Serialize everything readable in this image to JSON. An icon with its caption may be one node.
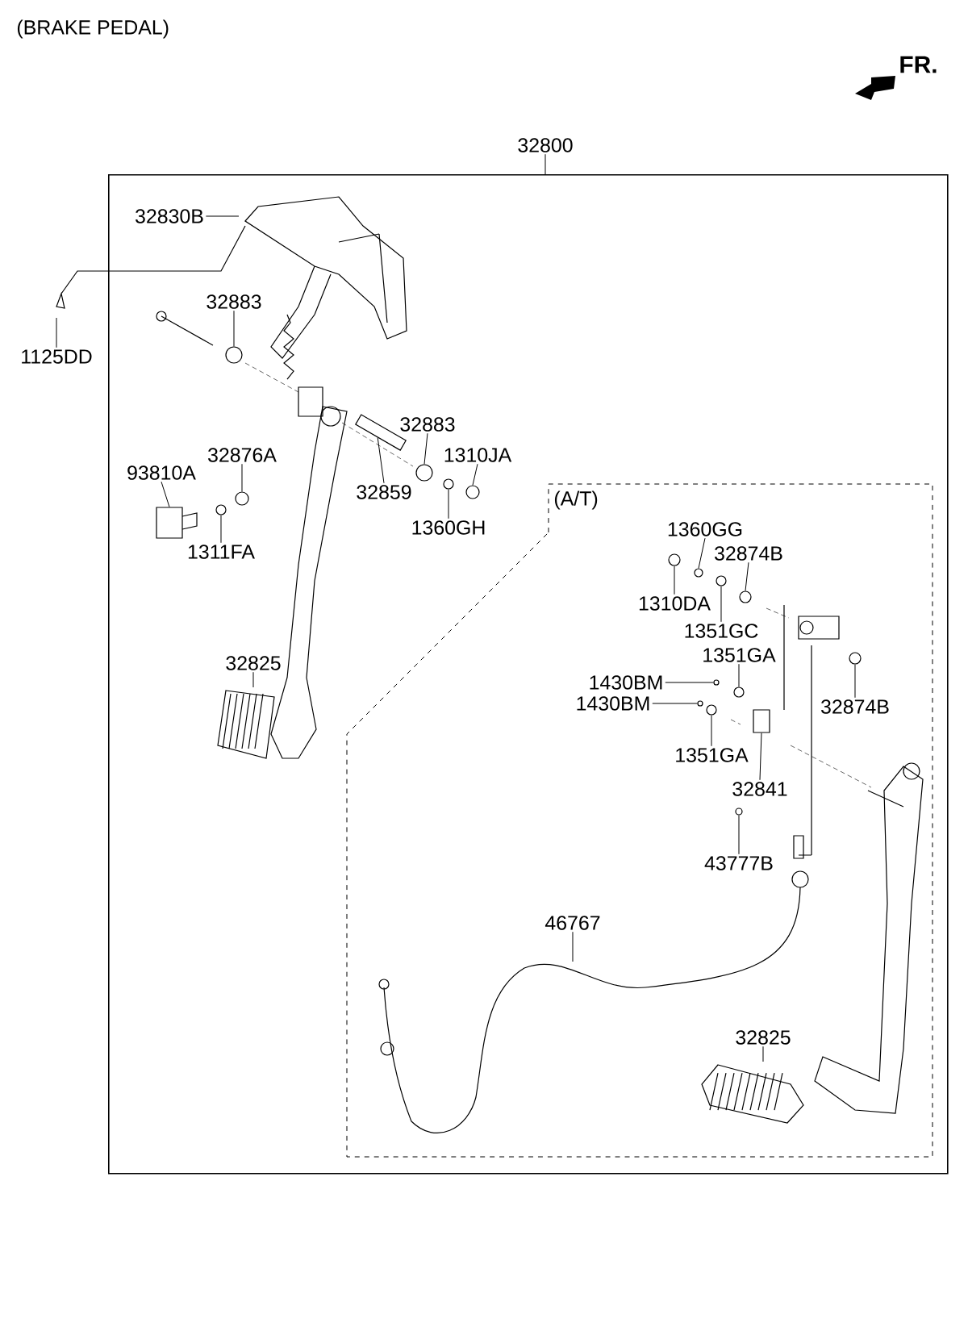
{
  "diagram": {
    "title": "(BRAKE PEDAL)",
    "nodes": [
      {
        "text": [],
        "shape": "box"
      },
      {
        "text": [
          "32800"
        ]
      },
      {
        "text": [
          "(A/T)"
        ],
        "in": 0
      },
      {
        "text": [
          "32830B"
        ],
        "in": 0
      },
      {
        "text": [
          "1125DD"
        ]
      },
      {
        "text": [
          "32883"
        ],
        "in": 0
      },
      {
        "text": [
          "32883"
        ],
        "in": 0
      },
      {
        "text": [
          "1310JA"
        ],
        "in": 0
      },
      {
        "text": [
          "32876A"
        ],
        "in": 0
      },
      {
        "text": [
          "93810A"
        ],
        "in": 0
      },
      {
        "text": [
          "32859"
        ],
        "in": 0
      },
      {
        "text": [
          "1360GH"
        ],
        "in": 0
      },
      {
        "text": [
          "1311FA"
        ],
        "in": 0
      },
      {
        "text": [
          "1360GG"
        ],
        "in": 2
      },
      {
        "text": [
          "32874B"
        ],
        "in": 2
      },
      {
        "text": [
          "1310DA"
        ],
        "in": 2
      },
      {
        "text": [
          "1351GC"
        ],
        "in": 2
      },
      {
        "text": [
          "1351GA"
        ],
        "in": 2
      },
      {
        "text": [
          "32825"
        ],
        "in": 0
      },
      {
        "text": [
          "32874B"
        ],
        "in": 2
      },
      {
        "text": [
          "1430BM"
        ],
        "in": 2
      },
      {
        "text": [
          "1430BM"
        ],
        "in": 2
      },
      {
        "text": [
          "1351GA"
        ],
        "in": 2
      },
      {
        "text": [
          "32841"
        ],
        "in": 2
      },
      {
        "text": [
          "43777B"
        ],
        "in": 2
      },
      {
        "text": [
          "46767"
        ],
        "in": 2
      },
      {
        "text": [
          "32825"
        ],
        "in": 2
      },
      {
        "text": [],
        "shape": "circle",
        "in": 0
      },
      {
        "text": [],
        "shape": "circle",
        "in": 0
      },
      {
        "text": [],
        "shape": "circle",
        "in": 0
      },
      {
        "text": [],
        "shape": "circle",
        "in": 0
      },
      {
        "text": [],
        "shape": "box",
        "in": 0
      },
      {
        "text": [],
        "shape": "bar",
        "in": 0
      },
      {
        "text": [],
        "shape": "circle",
        "in": 0
      },
      {
        "text": [],
        "shape": "circle",
        "in": 0
      },
      {
        "text": [],
        "shape": "circle",
        "in": 2
      },
      {
        "text": [],
        "shape": "circle",
        "in": 2
      },
      {
        "text": [],
        "shape": "circle",
        "in": 2
      },
      {
        "text": [],
        "shape": "circle",
        "in": 2
      },
      {
        "text": [],
        "shape": "circle",
        "in": 2
      },
      {
        "text": [],
        "shape": "circle",
        "in": 2
      },
      {
        "text": [],
        "shape": "circle",
        "in": 2
      },
      {
        "text": [],
        "shape": "circle",
        "in": 2
      },
      {
        "text": [],
        "shape": "circle",
        "in": 2
      },
      {
        "text": [],
        "shape": "box",
        "in": 2
      },
      {
        "text": [],
        "shape": "circle",
        "in": 2
      }
    ],
    "edges": [
      {
        "from": 1,
        "to": 0,
        "arrow": "none"
      },
      {
        "from": 3,
        "to": null,
        "arrow": "none"
      },
      {
        "from": 4,
        "to": null,
        "arrow": "none"
      },
      {
        "from": 5,
        "to": 27,
        "arrow": "none"
      },
      {
        "from": 6,
        "to": 28,
        "arrow": "none"
      },
      {
        "from": 7,
        "to": 29,
        "arrow": "none"
      },
      {
        "from": 8,
        "to": 30,
        "arrow": "none"
      },
      {
        "from": 9,
        "to": 31,
        "arrow": "none"
      },
      {
        "from": 10,
        "to": 32,
        "arrow": "none"
      },
      {
        "from": 11,
        "to": 33,
        "arrow": "none"
      },
      {
        "from": 12,
        "to": 34,
        "arrow": "none"
      },
      {
        "from": 13,
        "to": 35,
        "arrow": "none"
      },
      {
        "from": 14,
        "to": 36,
        "arrow": "none"
      },
      {
        "from": 15,
        "to": 37,
        "arrow": "none"
      },
      {
        "from": 16,
        "to": 38,
        "arrow": "none"
      },
      {
        "from": 17,
        "to": 39,
        "arrow": "none"
      },
      {
        "from": 18,
        "to": null,
        "arrow": "none"
      },
      {
        "from": 19,
        "to": 40,
        "arrow": "none"
      },
      {
        "from": 20,
        "to": 41,
        "arrow": "none"
      },
      {
        "from": 21,
        "to": 42,
        "arrow": "none"
      },
      {
        "from": 22,
        "to": 43,
        "arrow": "none"
      },
      {
        "from": 23,
        "to": 44,
        "arrow": "none"
      },
      {
        "from": 24,
        "to": 45,
        "arrow": "none"
      },
      {
        "from": 25,
        "to": null,
        "arrow": "none"
      },
      {
        "from": 26,
        "to": null,
        "arrow": "none"
      }
    ],
    "labels": [
      "FR."
    ]
  }
}
